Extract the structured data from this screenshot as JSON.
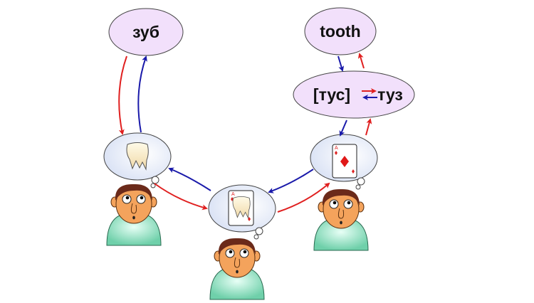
{
  "nodes": {
    "russian_word": "зуб",
    "english_word": "tooth",
    "heard_sound": "[тус]",
    "heard_word": "туз"
  },
  "card_rank": "A",
  "colors": {
    "forward_arrow": "#e02020",
    "backward_arrow": "#1a1aaa",
    "word_bubble": "#f2e0fb",
    "thought_bubble": "#e6ecf8",
    "skin": "#f4a35c",
    "shirt": "#7ed8b4"
  }
}
